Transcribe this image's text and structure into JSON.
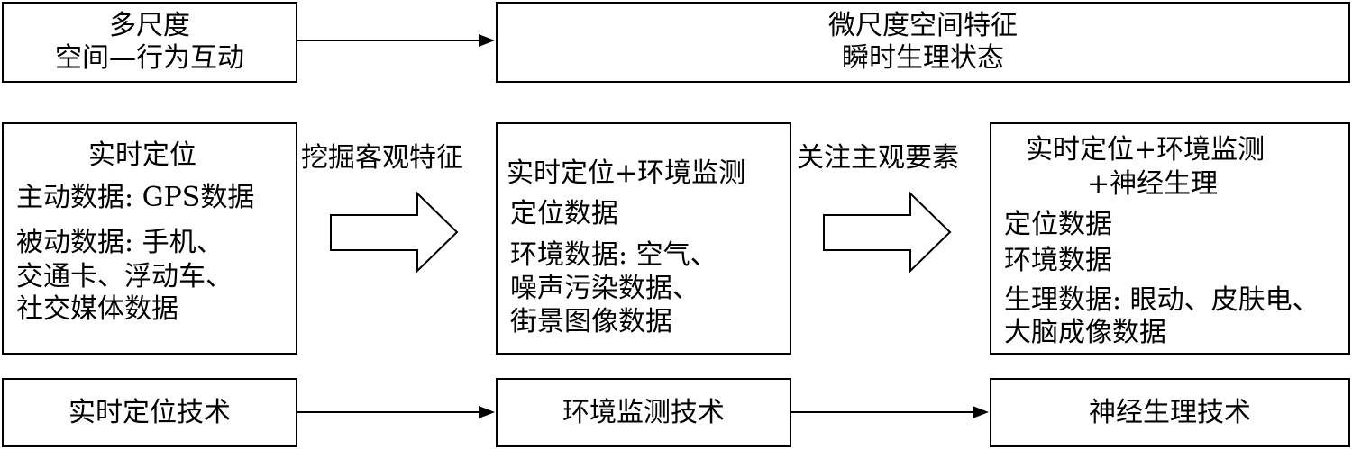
{
  "top_row": {
    "left_box": {
      "line1": "多尺度",
      "line2": "空间—行为互动"
    },
    "right_box": {
      "line1": "微尺度空间特征",
      "line2": "瞬时生理状态"
    }
  },
  "middle_row": {
    "box1": {
      "title": "实时定位",
      "lines": [
        "主动数据: GPS数据",
        "被动数据: 手机、",
        "交通卡、浮动车、",
        "社交媒体数据"
      ]
    },
    "arrow1_label": "挖掘客观特征",
    "box2": {
      "title": "实时定位+环境监测",
      "lines": [
        "定位数据",
        "环境数据: 空气、",
        "噪声污染数据、",
        "街景图像数据"
      ]
    },
    "arrow2_label": "关注主观要素",
    "box3": {
      "title_line1": "实时定位+环境监测",
      "title_line2": "+神经生理",
      "lines": [
        "定位数据",
        "环境数据",
        "生理数据: 眼动、皮肤电、",
        "大脑成像数据"
      ]
    }
  },
  "bottom_row": {
    "box1": "实时定位技术",
    "box2": "环境监测技术",
    "box3": "神经生理技术"
  }
}
